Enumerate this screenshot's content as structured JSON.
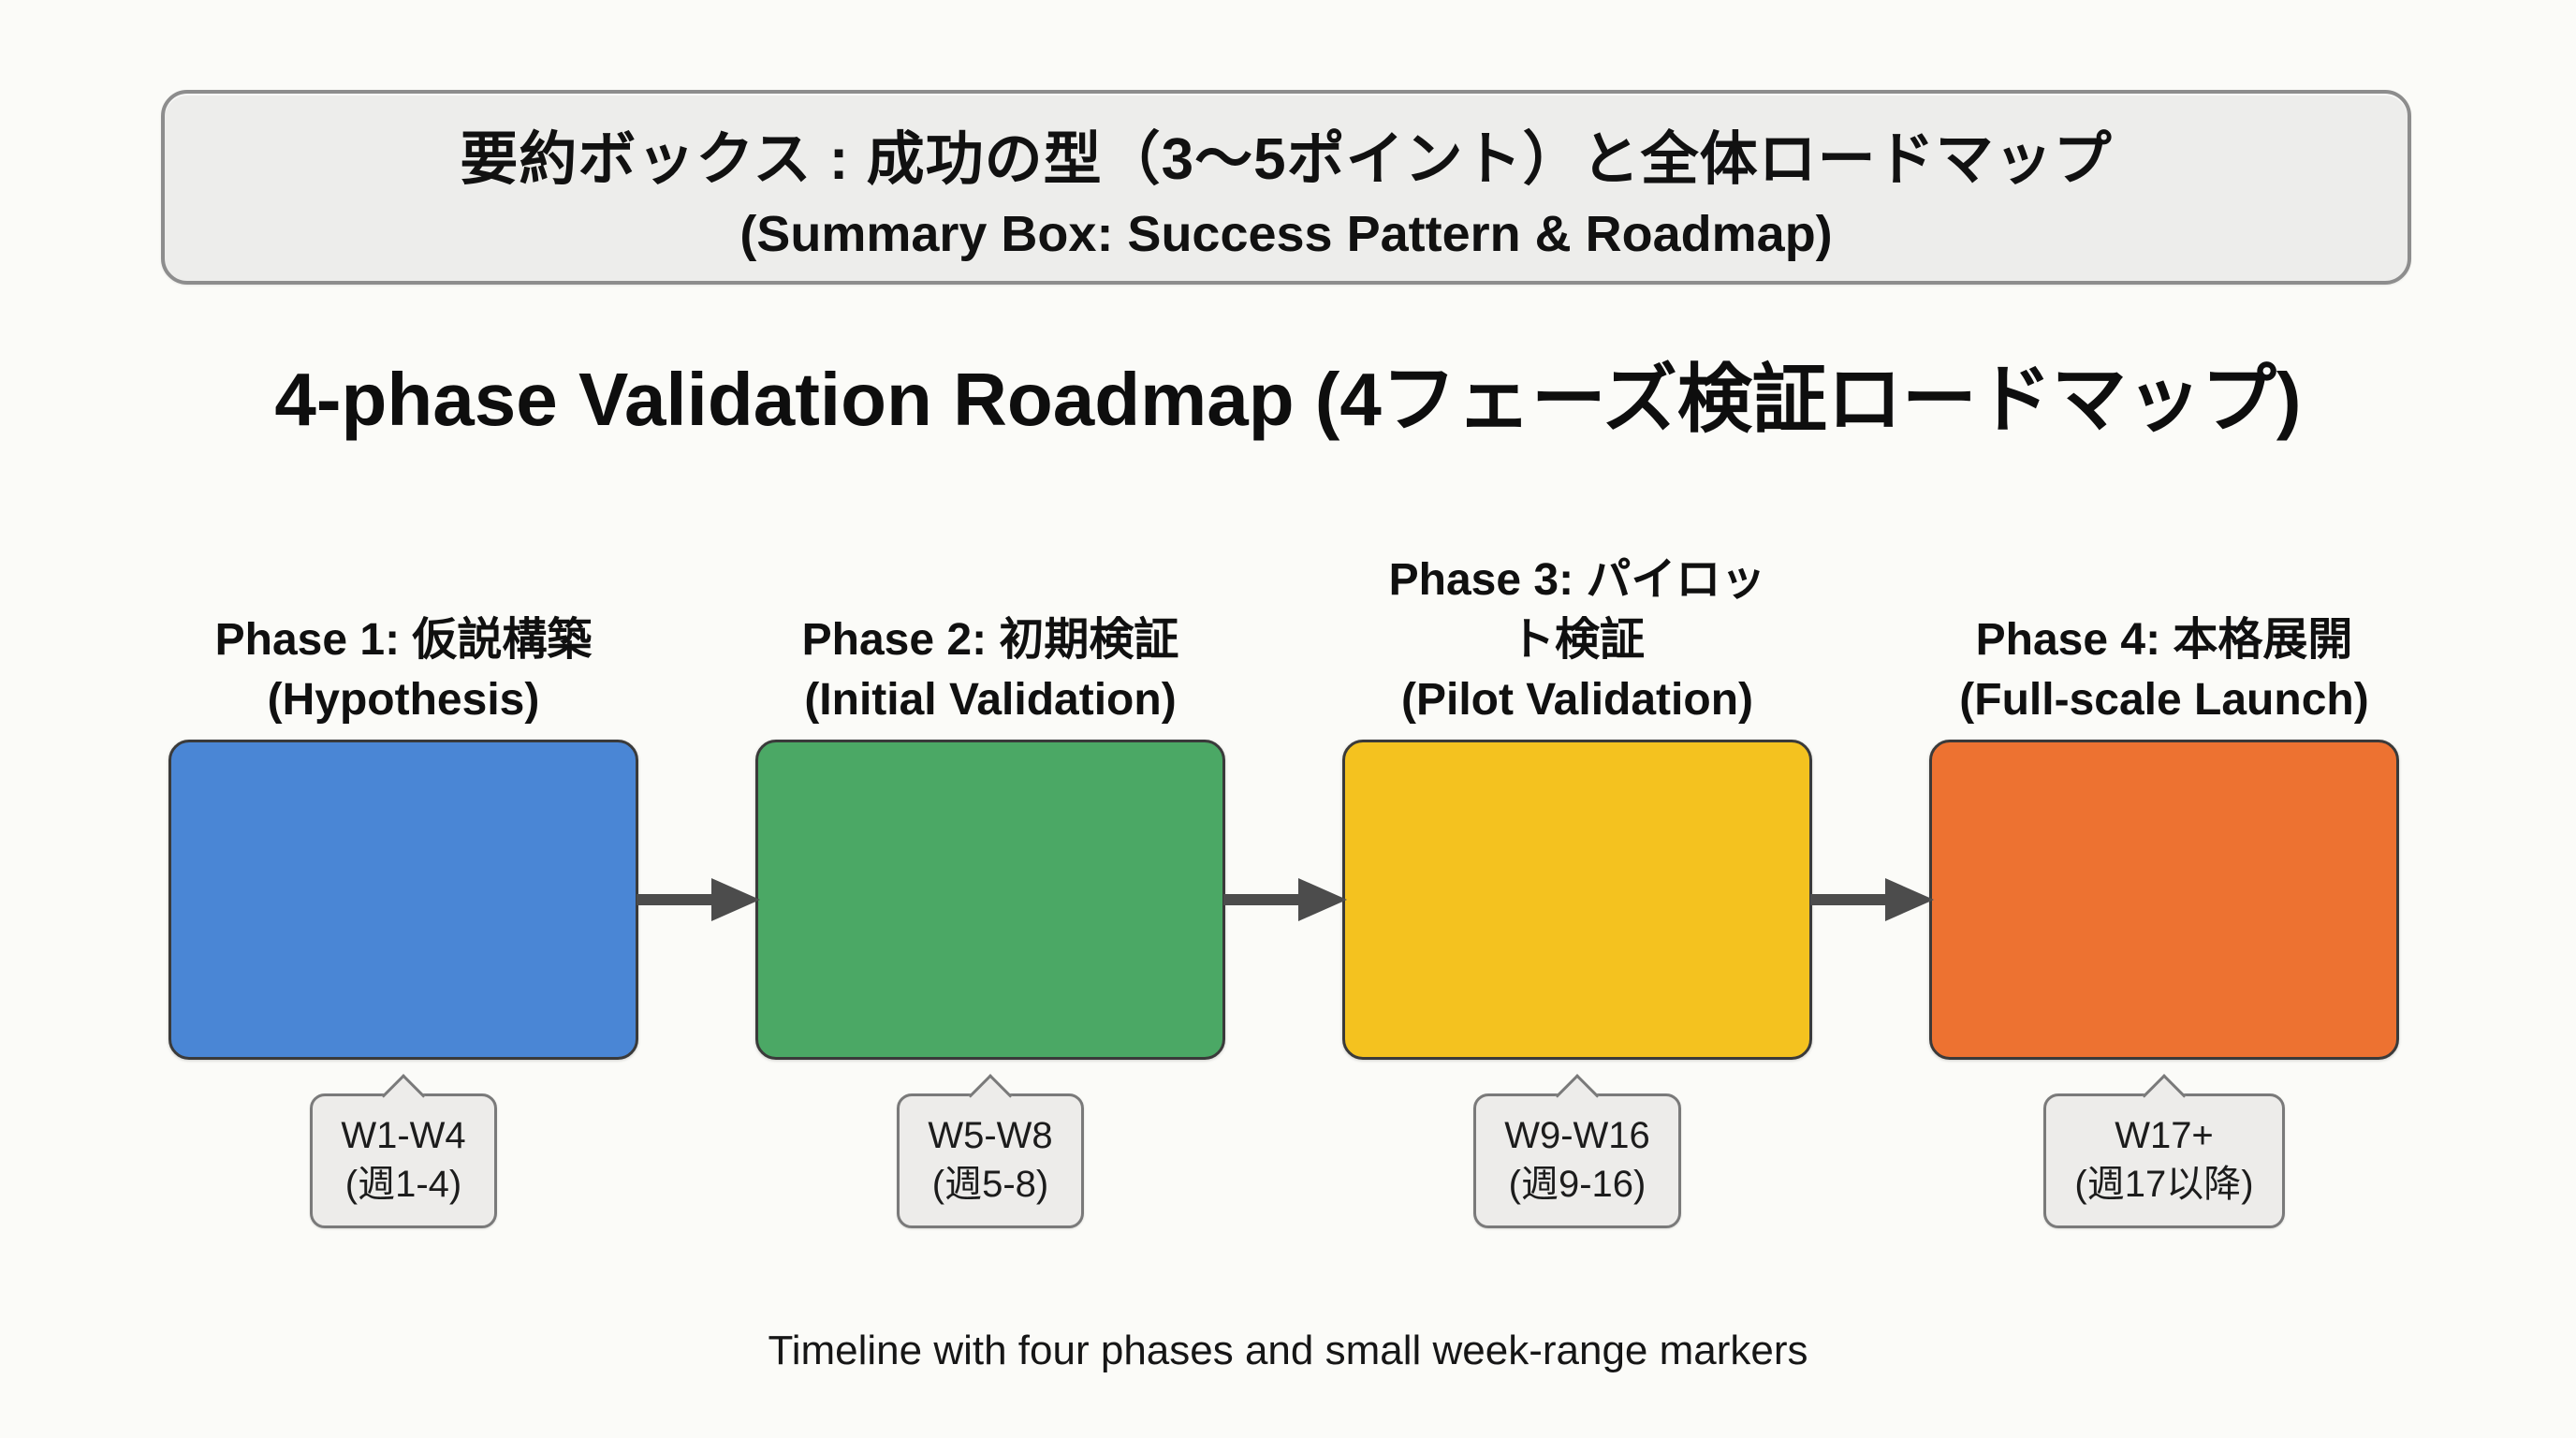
{
  "summary_box": {
    "title_ja": "要約ボックス : 成功の型（3〜5ポイント）と全体ロードマップ",
    "title_en": "(Summary Box: Success Pattern & Roadmap)"
  },
  "main_title": "4-phase Validation Roadmap (4フェーズ検証ロードマップ)",
  "phases": [
    {
      "id": "phase-1",
      "ja_line1": "Phase 1: 仮説構築",
      "en_line": "(Hypothesis)",
      "color": "#4a86d5",
      "week_range": "W1-W4",
      "week_range_ja": "(週1-4)"
    },
    {
      "id": "phase-2",
      "ja_line1": "Phase 2: 初期検証",
      "en_line": "(Initial Validation)",
      "color": "#4ba865",
      "week_range": "W5-W8",
      "week_range_ja": "(週5-8)"
    },
    {
      "id": "phase-3",
      "ja_line1": "Phase 3: パイロッ",
      "ja_line2": "ト検証",
      "en_line": "(Pilot Validation)",
      "color": "#f4c21f",
      "week_range": "W9-W16",
      "week_range_ja": "(週9-16)"
    },
    {
      "id": "phase-4",
      "ja_line1": "Phase 4: 本格展開",
      "en_line": "(Full-scale Launch)",
      "color": "#ed7231",
      "week_range": "W17+",
      "week_range_ja": "(週17以降)"
    }
  ],
  "caption": "Timeline with four phases and small week-range markers",
  "colors": {
    "background": "#fbfbf8",
    "summary_box_fill": "#ededeb",
    "summary_box_border": "#8d8d8d",
    "box_border": "#3a3a3a",
    "arrow": "#4c4c4c",
    "marker_fill": "#edecea",
    "marker_border": "#7a7a7a",
    "text": "#111111"
  }
}
